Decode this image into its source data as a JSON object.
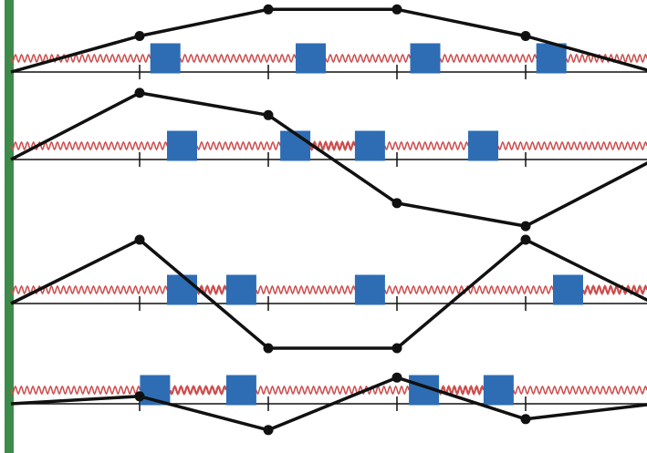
{
  "colors": {
    "wall": "#3d8b4a",
    "spring": "#cc4d4d",
    "mass": "#2e6db4",
    "mode_line": "#111111",
    "axis": "#111111"
  },
  "modes": [
    {
      "id": "mode-1",
      "amplitudes": [
        0,
        0.5,
        0.87,
        0.87,
        0.5,
        0
      ],
      "mass_offsets": [
        0.2,
        0.33,
        0.22,
        0.2
      ]
    },
    {
      "id": "mode-2",
      "amplitudes": [
        0,
        0.87,
        0.58,
        -0.57,
        -0.87,
        0
      ],
      "mass_offsets": [
        0.33,
        0.21,
        -0.21,
        -0.33
      ]
    },
    {
      "id": "mode-3",
      "amplitudes": [
        0,
        1.0,
        -0.7,
        -0.7,
        1.0,
        0
      ],
      "mass_offsets": [
        0.33,
        -0.21,
        -0.21,
        0.33
      ]
    },
    {
      "id": "mode-4",
      "amplitudes": [
        0,
        0.17,
        -0.6,
        0.6,
        -0.35,
        0
      ],
      "mass_offsets": [
        0.12,
        -0.21,
        0.21,
        -0.21
      ]
    }
  ]
}
